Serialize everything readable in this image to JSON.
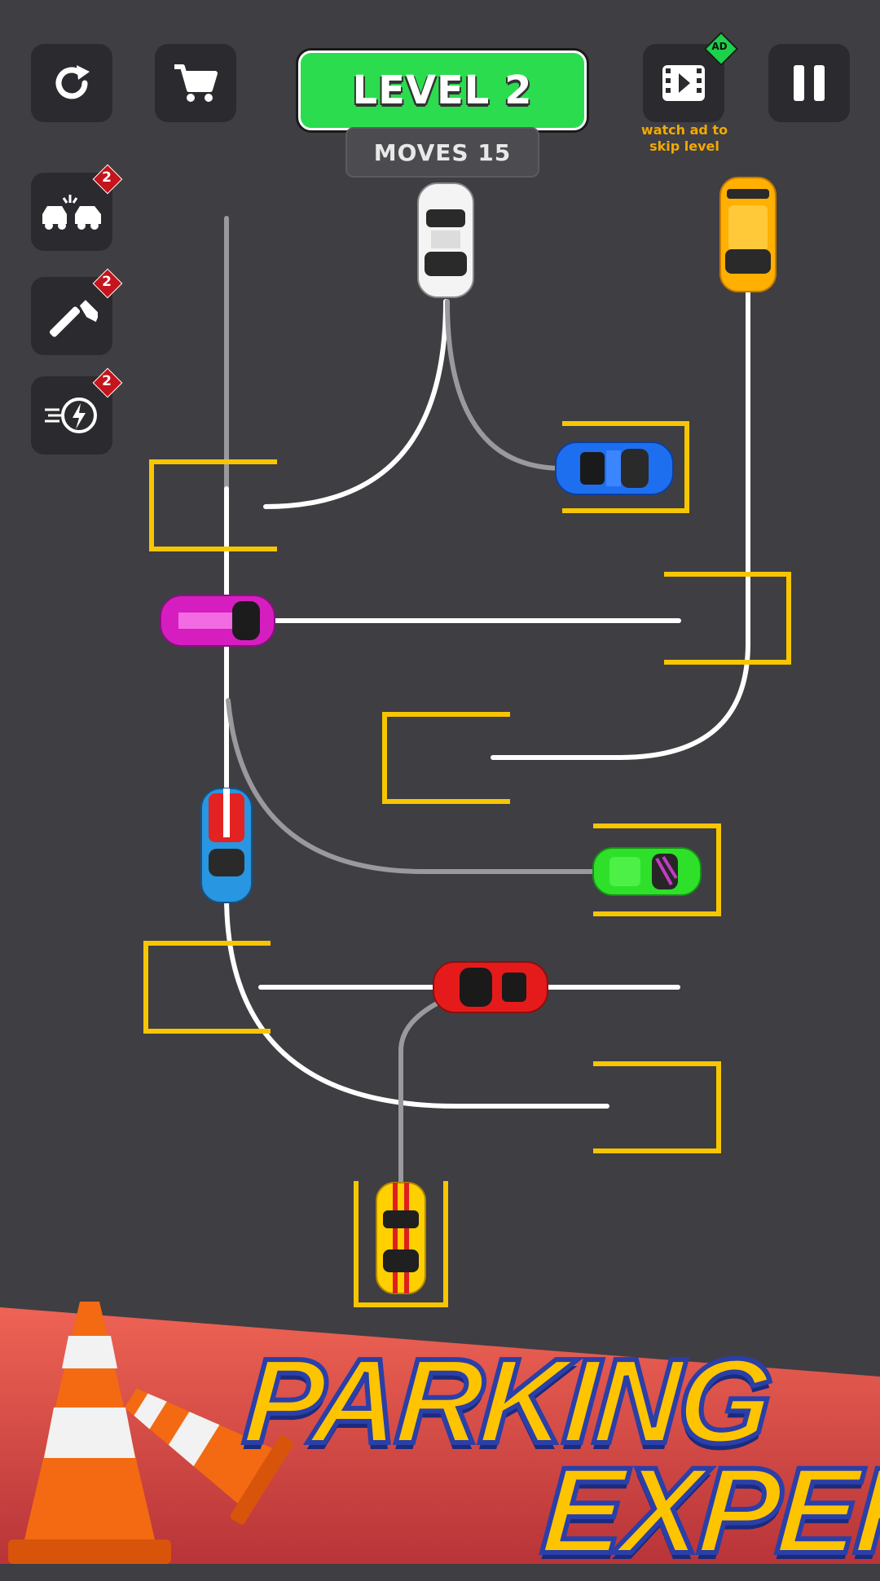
{
  "header": {
    "level_label": "LEVEL 2",
    "moves_label": "MOVES 15",
    "skip_label_line1": "watch ad to",
    "skip_label_line2": "skip level",
    "ad_badge": "AD"
  },
  "powerups": [
    {
      "name": "crash",
      "count": "2"
    },
    {
      "name": "hammer",
      "count": "2"
    },
    {
      "name": "speed",
      "count": "2"
    }
  ],
  "title": {
    "line1": "PARKING",
    "line2": "EXPERT"
  },
  "colors": {
    "background": "#3f3e43",
    "level_green": "#2bdc4f",
    "parking_line": "#f7c600",
    "banner_red": "#e85a4c",
    "title_yellow": "#ffc400"
  },
  "icons": [
    "restart-icon",
    "cart-icon",
    "video-icon",
    "pause-icon",
    "crash-icon",
    "hammer-icon",
    "speed-icon",
    "traffic-cone-icon"
  ]
}
